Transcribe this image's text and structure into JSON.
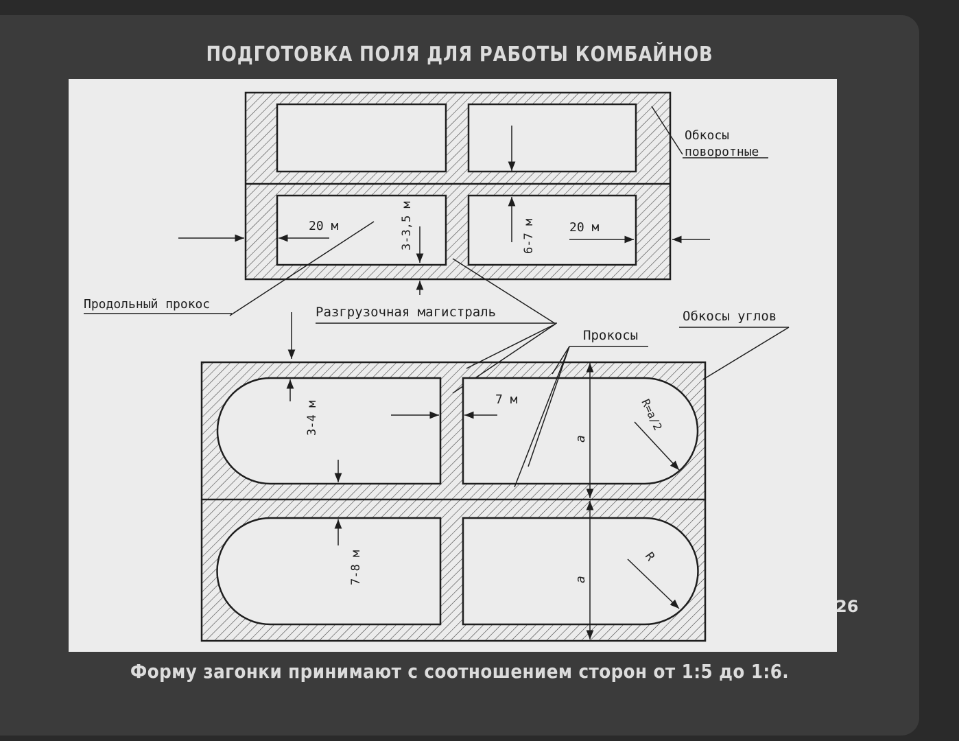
{
  "title": "ПОДГОТОВКА ПОЛЯ ДЛЯ РАБОТЫ КОМБАЙНОВ",
  "caption": "Форму загонки принимают с соотношением сторон от 1:5 до 1:6.",
  "slide_number": "26",
  "labels": {
    "turn_swaths": [
      "Обкосы",
      "поворотные"
    ],
    "longitudinal_cut": "Продольный прокос",
    "unloading_road": "Разгрузочная магистраль",
    "corner_swaths": "Обкосы углов",
    "cuts": "Прокосы"
  },
  "dimensions": {
    "d_20m_left": "20 м",
    "d_20m_right": "20 м",
    "d_3_35m": "3-3,5 м",
    "d_6_7m": "6-7 м",
    "d_3_4m": "3-4 м",
    "d_7m": "7 м",
    "d_7_8m": "7-8 м",
    "d_a_top": "a",
    "d_a_bottom": "a",
    "d_R_formula": "R=a/2",
    "d_R": "R"
  },
  "colors": {
    "paper": "#ececec",
    "ink": "#1e1e1e",
    "background": "#2a2a2a"
  }
}
